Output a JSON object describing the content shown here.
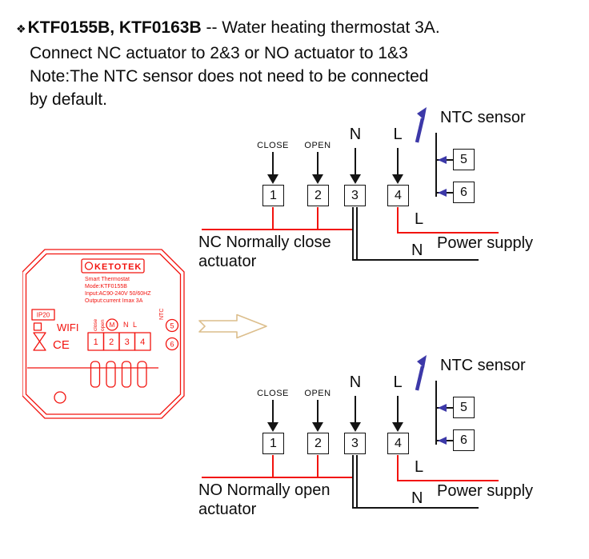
{
  "header": {
    "bullet": "❖",
    "model_bold": "KTF0155B, KTF0163B",
    "title_rest": " -- Water heating thermostat 3A.",
    "line2": "Connect NC actuator to 2&3 or NO actuator to 1&3",
    "line3": "Note:The NTC sensor does not need to be connected",
    "line4": "by default."
  },
  "diagrams": [
    {
      "close_label": "CLOSE",
      "open_label": "OPEN",
      "n_label": "N",
      "l_label": "L",
      "terminals": [
        "1",
        "2",
        "3",
        "4"
      ],
      "ntc_sensor_label": "NTC sensor",
      "ntc_terminals": [
        "5",
        "6"
      ],
      "supply_l": "L",
      "supply_n": "N",
      "power_supply_label": "Power supply",
      "actuator_line1": "NC Normally close",
      "actuator_line2": "actuator"
    },
    {
      "close_label": "CLOSE",
      "open_label": "OPEN",
      "n_label": "N",
      "l_label": "L",
      "terminals": [
        "1",
        "2",
        "3",
        "4"
      ],
      "ntc_sensor_label": "NTC sensor",
      "ntc_terminals": [
        "5",
        "6"
      ],
      "supply_l": "L",
      "supply_n": "N",
      "power_supply_label": "Power supply",
      "actuator_line1": "NO Normally open",
      "actuator_line2": "actuator"
    }
  ],
  "device": {
    "logo": "KETOTEK",
    "info_lines": [
      "Smart Thermostat",
      "Mode:KTF0155B",
      "Input:AC90-240V 50/60HZ",
      "Output:current Imax 3A"
    ],
    "ip20": "IP20",
    "wifi": "WIFI",
    "ce": "CE",
    "close": "close",
    "open": "open",
    "m": "M",
    "n": "N",
    "l": "L",
    "terminals": [
      "1",
      "2",
      "3",
      "4"
    ],
    "ntc": "NTC",
    "t5": "5",
    "t6": "6"
  },
  "colors": {
    "wire_red": "#f2130e",
    "wire_black": "#141414",
    "ntc_blue": "#3c38a8",
    "arrow_tan": "#dcbe8c",
    "device_red": "#f2130e"
  }
}
